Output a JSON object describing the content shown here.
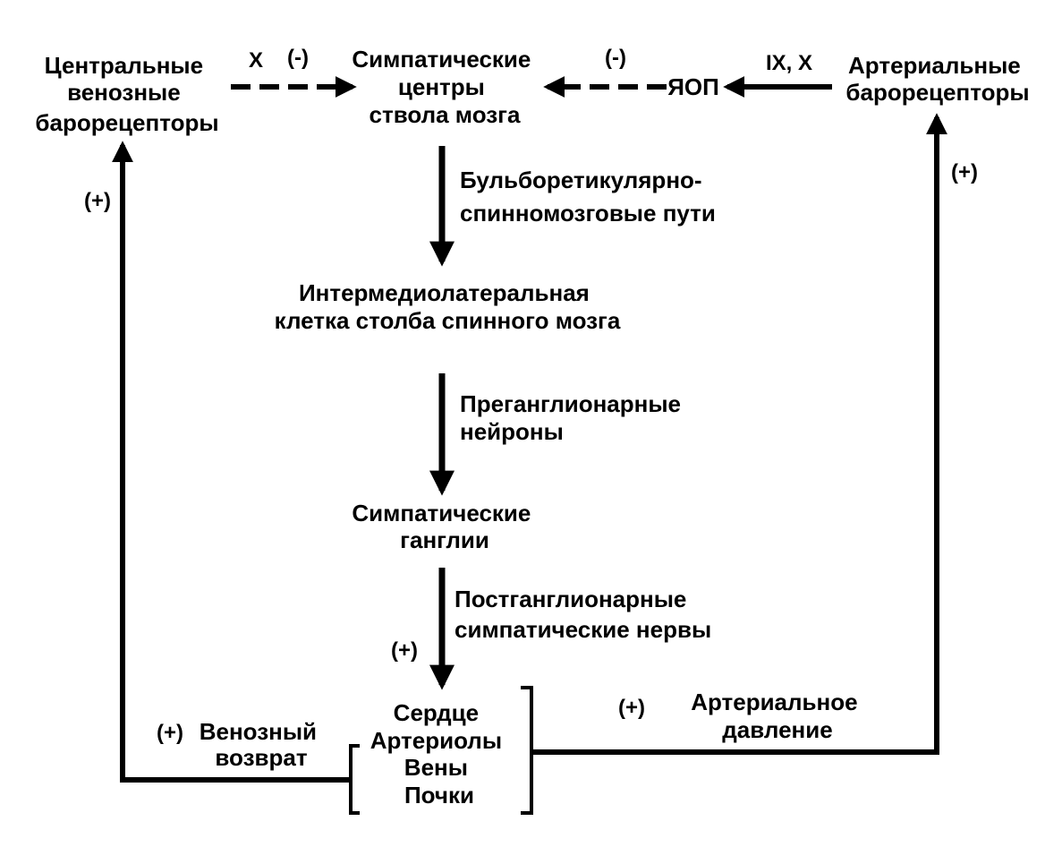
{
  "nodes": {
    "central_venous": [
      "Центральные",
      "венозные",
      "барорецепторы"
    ],
    "sympathetic_centers": [
      "Симпатические",
      "центры",
      "ствола мозга"
    ],
    "nts": "ЯОП",
    "arterial_baro": [
      "Артериальные",
      "барорецепторы"
    ],
    "intermediolateral": [
      "Интермедиолатеральная",
      "клетка столба спинного мозга"
    ],
    "sympathetic_ganglia": [
      "Симпатические",
      "ганглии"
    ],
    "targets": [
      "Сердце",
      "Артериолы",
      "Вены",
      "Почки"
    ]
  },
  "edges": {
    "bulboreticular": [
      "Бульборетикулярно-",
      "спинномозговые пути"
    ],
    "preganglionic": [
      "Преганглионарные",
      "нейроны"
    ],
    "postganglionic": [
      "Постганглионарные",
      "симпатические нервы"
    ],
    "venous_return": [
      "Венозный",
      "возврат"
    ],
    "arterial_pressure": [
      "Артериальное",
      "давление"
    ]
  },
  "signs": {
    "nerve_x": "X",
    "nerve_ix_x": "IX, X",
    "minus": "(-)",
    "plus": "(+)"
  },
  "colors": {
    "ink": "#000000",
    "background": "#ffffff"
  }
}
